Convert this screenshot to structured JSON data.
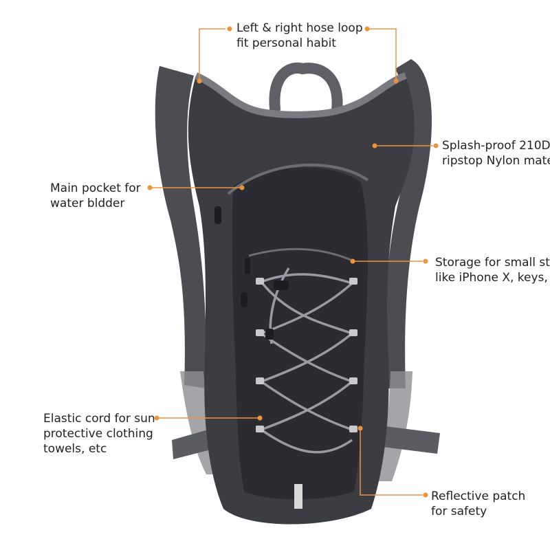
{
  "colors": {
    "accent": "#f0923a",
    "bag_body": "#3b3d42",
    "bag_panel": "#2a2c31",
    "bag_trim": "#7a7b80",
    "cord": "#9a9ba0",
    "reflective": "#d9d9d9"
  },
  "callouts": {
    "hose_loop": {
      "line1": "Left & right hose loop",
      "line2": "fit personal habit"
    },
    "material": {
      "line1": "Splash-proof 210D",
      "line2": "ripstop Nylon mate"
    },
    "main_pocket": {
      "line1": "Main pocket for",
      "line2": "water bldder"
    },
    "storage": {
      "line1": "Storage for small stu",
      "line2": "like iPhone X, keys, e"
    },
    "elastic_cord": {
      "line1": "Elastic cord for sun",
      "line2": "protective clothing",
      "line3": "towels, etc"
    },
    "reflective": {
      "line1": "Reflective patch",
      "line2": "for safety"
    }
  }
}
